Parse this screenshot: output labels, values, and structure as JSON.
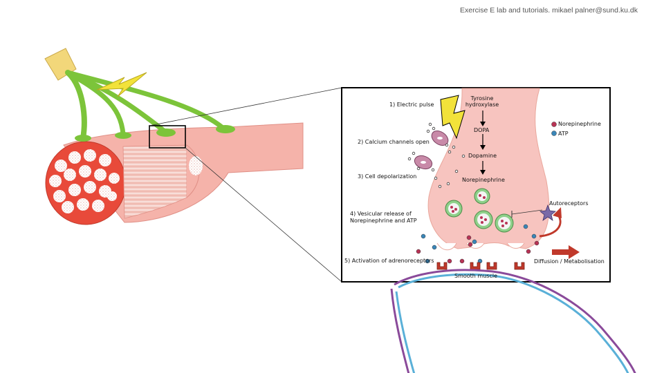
{
  "header": "Exercise E lab and tutorials. mikael palner@sund.ku.dk",
  "labels": {
    "step1": "1) Electric pulse",
    "step2": "2) Calcium channels open",
    "step3": "3) Cell depolarization",
    "step4_line1": "4) Vesicular release of",
    "step4_line2": "Norepinephrine and ATP",
    "step5": "5) Activation of adrenoreceptors",
    "tyrosine_line1": "Tyrosine",
    "tyrosine_line2": "hydroxylase",
    "dopa": "DOPA",
    "dopamine": "Dopamine",
    "norepinephrine_path": "Norepinephrine",
    "autoreceptors": "Autoreceptors",
    "diffusion": "Diffusion / Metabolisation",
    "smooth_muscle": "Smooth muscle"
  },
  "legend": {
    "norepinephrine": "Norepinephrine",
    "atp": "ATP"
  },
  "colors": {
    "norepinephrine": "#b83355",
    "atp": "#3a86b8",
    "terminal_fill": "#f7c4bf",
    "muscle_red": "#e84a3a",
    "nerve_green": "#7cc43a",
    "lightning": "#f2e23a",
    "membrane_blue": "#5ab0d8",
    "membrane_purple": "#8a4a9a"
  }
}
